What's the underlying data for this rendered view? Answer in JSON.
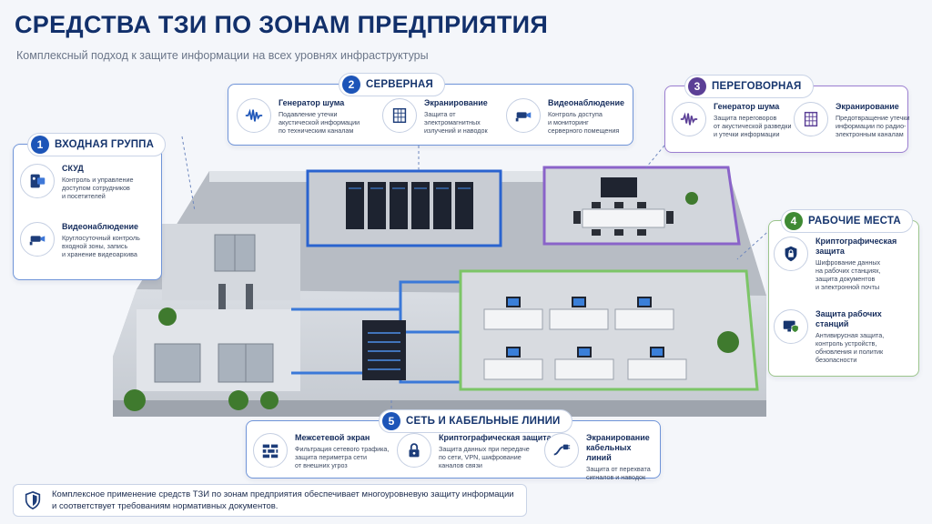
{
  "header": {
    "title": "СРЕДСТВА ТЗИ ПО ЗОНАМ ПРЕДПРИЯТИЯ",
    "subtitle": "Комплексный подход к защите информации на всех уровнях инфраструктуры"
  },
  "colors": {
    "blue": "#1d55b8",
    "purple": "#5b3f96",
    "green": "#3f8a34",
    "navy": "#12306b"
  },
  "zones": [
    {
      "number": "1",
      "name": "ВХОДНАЯ ГРУППА",
      "items": [
        {
          "icon": "access-card-icon",
          "title": "СКУД",
          "desc": [
            "Контроль и управление",
            "доступом сотрудников",
            "и посетителей"
          ]
        },
        {
          "icon": "camera-icon",
          "title": "Видеонаблюдение",
          "desc": [
            "Круглосуточный контроль",
            "входной зоны, запись",
            "и хранение видеоархива"
          ]
        }
      ]
    },
    {
      "number": "2",
      "name": "СЕРВЕРНАЯ",
      "items": [
        {
          "icon": "noise-wave-icon",
          "title": "Генератор шума",
          "desc": [
            "Подавление утечки",
            "акустической информации",
            "по техническим каналам"
          ]
        },
        {
          "icon": "shield-grid-icon",
          "title": "Экранирование",
          "desc": [
            "Защита от",
            "электромагнитных",
            "излучений и наводок"
          ]
        },
        {
          "icon": "camera-icon",
          "title": "Видеонаблюдение",
          "desc": [
            "Контроль доступа",
            "и мониторинг",
            "серверного помещения"
          ]
        }
      ]
    },
    {
      "number": "3",
      "name": "ПЕРЕГОВОРНАЯ",
      "items": [
        {
          "icon": "noise-wave-icon",
          "title": "Генератор шума",
          "desc": [
            "Защита переговоров",
            "от акустической разведки",
            "и утечки информации"
          ]
        },
        {
          "icon": "shield-grid-icon",
          "title": "Экранирование",
          "desc": [
            "Предотвращение утечки",
            "информации по радио-",
            "электронным каналам"
          ]
        }
      ]
    },
    {
      "number": "4",
      "name": "РАБОЧИЕ МЕСТА",
      "items": [
        {
          "icon": "padlock-shield-icon",
          "title": "Криптографическая защита",
          "desc": [
            "Шифрование данных",
            "на рабочих станциях,",
            "защита документов",
            "и электронной почты"
          ]
        },
        {
          "icon": "workstation-shield-icon",
          "title": "Защита рабочих станций",
          "desc": [
            "Антивирусная защита,",
            "контроль устройств,",
            "обновления и политик",
            "безопасности"
          ]
        }
      ]
    },
    {
      "number": "5",
      "name": "СЕТЬ И КАБЕЛЬНЫЕ ЛИНИИ",
      "items": [
        {
          "icon": "firewall-icon",
          "title": "Межсетевой экран",
          "desc": [
            "Фильтрация сетевого трафика,",
            "защита периметра сети",
            "от внешних угроз"
          ]
        },
        {
          "icon": "padlock-icon",
          "title": "Криптографическая защита",
          "desc": [
            "Защита данных при передаче",
            "по сети, VPN, шифрование",
            "каналов связи"
          ]
        },
        {
          "icon": "cable-shield-icon",
          "title": "Экранирование кабельных линий",
          "desc": [
            "Защита от перехвата",
            "сигналов и наводок"
          ]
        }
      ]
    }
  ],
  "footer": {
    "icon": "shield-icon",
    "lines": [
      "Комплексное применение средств ТЗИ по зонам предприятия обеспечивает многоуровневую защиту информации",
      "и соответствует требованиям нормативных документов."
    ]
  }
}
